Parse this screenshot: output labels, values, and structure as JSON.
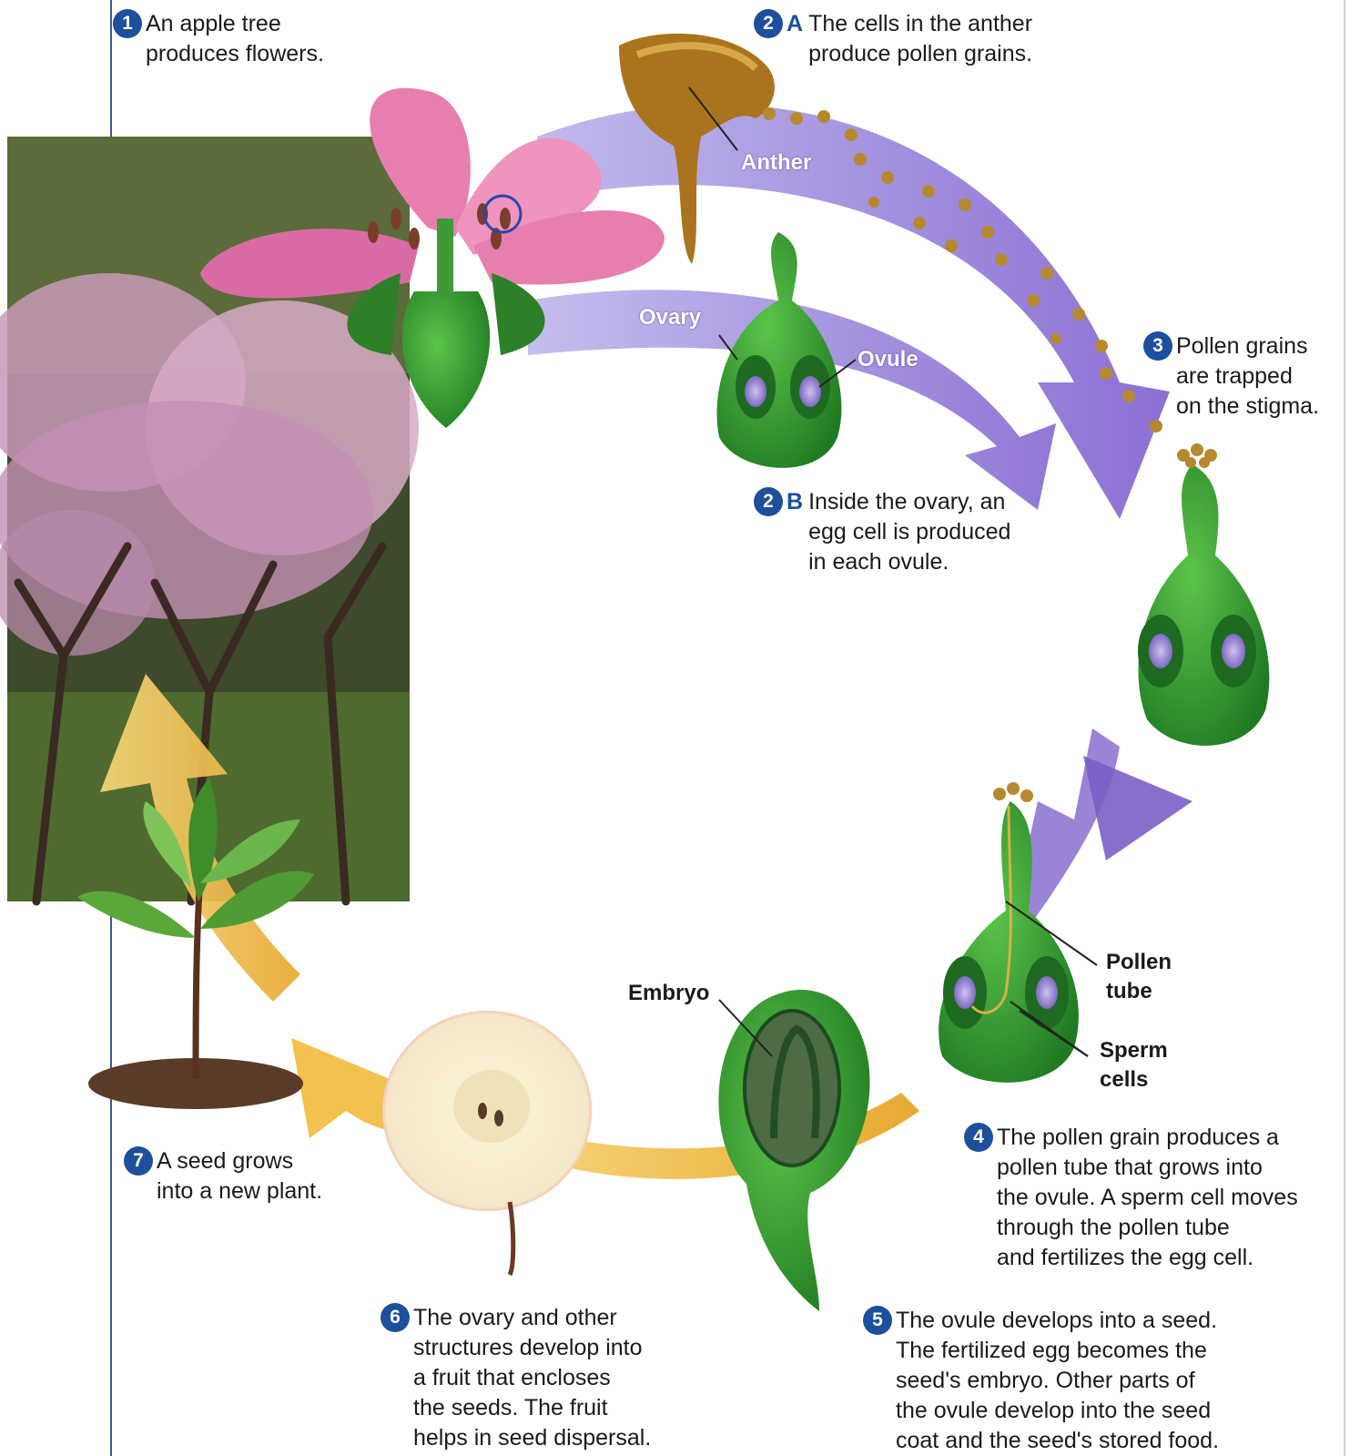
{
  "steps": [
    {
      "id": "1",
      "letter": "",
      "text": "An apple tree\nproduces flowers."
    },
    {
      "id": "2",
      "letter": "A",
      "text": "The cells in the anther\nproduce pollen grains."
    },
    {
      "id": "2",
      "letter": "B",
      "text": "Inside the ovary, an\negg cell is produced\nin each ovule."
    },
    {
      "id": "3",
      "letter": "",
      "text": "Pollen grains\nare trapped\non the stigma."
    },
    {
      "id": "4",
      "letter": "",
      "text": "The pollen grain produces a\npollen tube that grows into\nthe ovule. A sperm cell moves\nthrough the pollen tube\nand fertilizes the egg cell."
    },
    {
      "id": "5",
      "letter": "",
      "text": "The ovule develops into a seed.\nThe fertilized egg becomes the\nseed's embryo. Other parts of\nthe ovule develop into the seed\ncoat and the seed's stored food."
    },
    {
      "id": "6",
      "letter": "",
      "text": "The ovary and other\nstructures develop into\na fruit that encloses\nthe seeds. The fruit\nhelps in seed dispersal."
    },
    {
      "id": "7",
      "letter": "",
      "text": "A seed grows\ninto a new plant."
    }
  ],
  "labels": {
    "anther": "Anther",
    "ovary": "Ovary",
    "ovule": "Ovule",
    "pollen_tube": "Pollen\ntube",
    "sperm_cells": "Sperm\ncells",
    "embryo": "Embryo"
  },
  "colors": {
    "step_badge": "#1d4f9c",
    "purple_arrow": "#8a6fd0",
    "yellow_arrow": "#f2c14e",
    "pistil_green": "#2f8f2a",
    "petal_pink": "#e67fb0",
    "pollen": "#b58a2e"
  }
}
